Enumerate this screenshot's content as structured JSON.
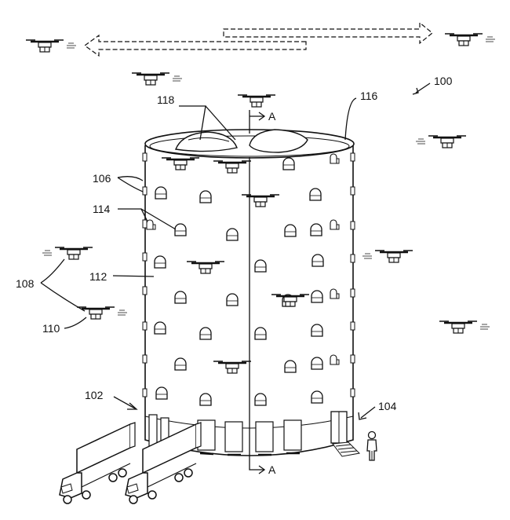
{
  "labels": {
    "ref_100": "100",
    "ref_102": "102",
    "ref_104": "104",
    "ref_106": "106",
    "ref_108": "108",
    "ref_110": "110",
    "ref_112": "112",
    "ref_114": "114",
    "ref_116": "116",
    "ref_118": "118",
    "section_top": "A",
    "section_bottom": "A"
  },
  "icons": {
    "drone": "drone-icon",
    "truck": "delivery-truck-icon",
    "person": "person-icon",
    "arrow": "flight-path-arrow-icon"
  },
  "colors": {
    "ink": "#111111",
    "paper": "#ffffff"
  }
}
